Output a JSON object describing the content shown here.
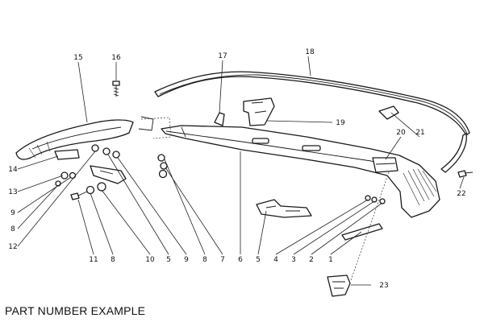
{
  "caption": "PART NUMBER EXAMPLE",
  "labels": [
    "15",
    "16",
    "17",
    "18",
    "19",
    "20",
    "21",
    "22",
    "23",
    "14",
    "13",
    "9",
    "8",
    "12",
    "11",
    "8",
    "10",
    "5",
    "9",
    "8",
    "7",
    "6",
    "5",
    "4",
    "3",
    "2",
    "1"
  ]
}
